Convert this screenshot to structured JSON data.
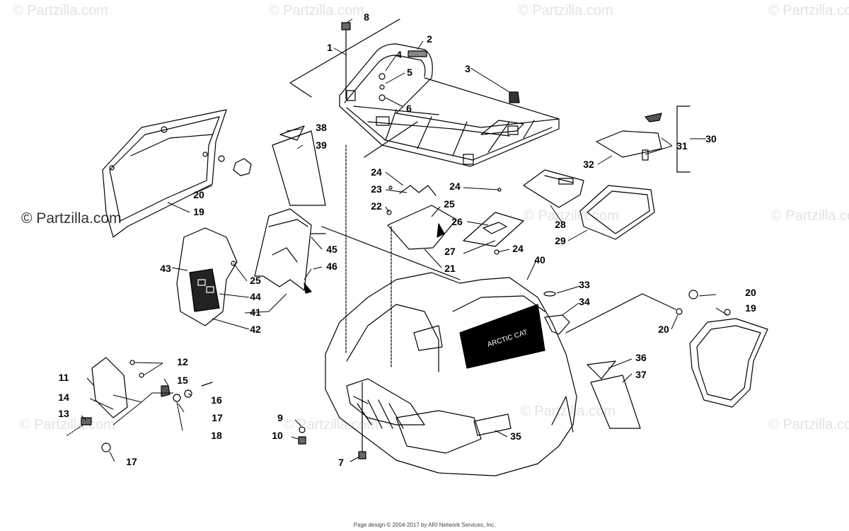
{
  "watermark": "© Partzilla.com",
  "footer": "Page design © 2004-2017 by ARI Network Services, Inc.",
  "decal_text": "ARCTIC CAT",
  "callouts": [
    "1",
    "2",
    "3",
    "4",
    "5",
    "6",
    "7",
    "8",
    "9",
    "10",
    "11",
    "12",
    "13",
    "14",
    "15",
    "16",
    "17",
    "17",
    "18",
    "19",
    "19",
    "20",
    "20",
    "20",
    "21",
    "22",
    "23",
    "24",
    "24",
    "24",
    "25",
    "25",
    "26",
    "27",
    "28",
    "29",
    "30",
    "31",
    "32",
    "33",
    "34",
    "35",
    "36",
    "37",
    "38",
    "39",
    "40",
    "41",
    "42",
    "43",
    "44",
    "45",
    "46"
  ]
}
